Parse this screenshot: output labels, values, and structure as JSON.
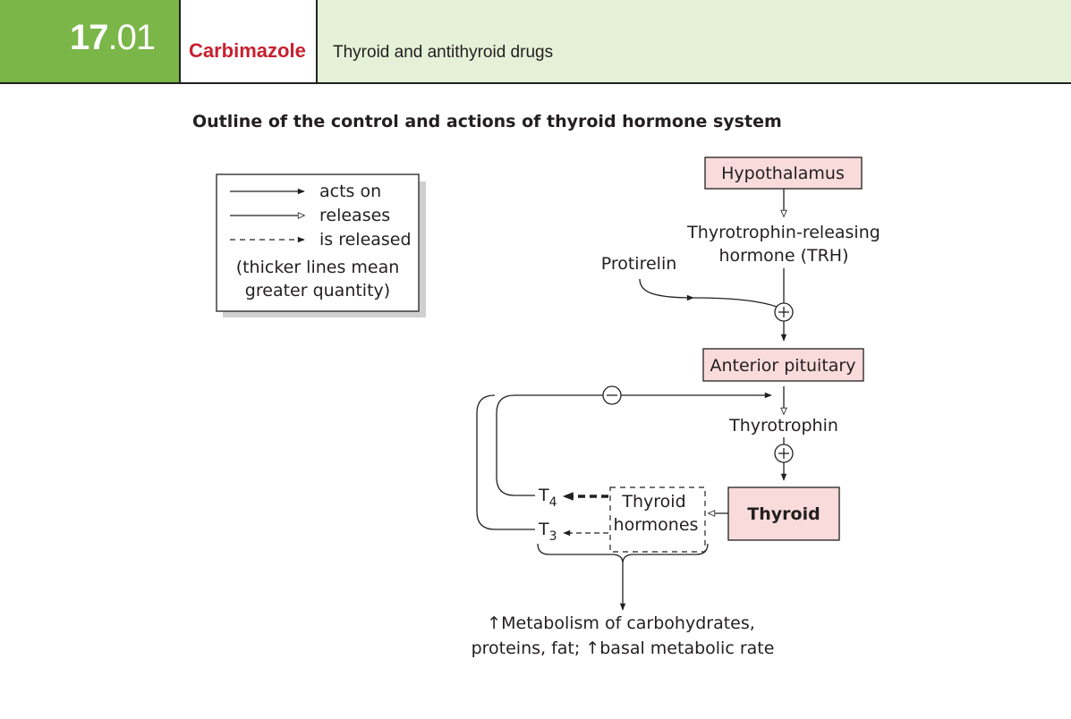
{
  "header": {
    "chapter_major": "17",
    "chapter_minor": ".01",
    "drug_name": "Carbimazole",
    "topic": "Thyroid and antithyroid drugs",
    "colors": {
      "green": "#7ab648",
      "pale_green": "#e5f1d6",
      "red_text": "#c8202f"
    }
  },
  "figure": {
    "title": "Outline of the control and actions of thyroid hormone system",
    "legend": {
      "acts_on": "acts on",
      "releases": "releases",
      "is_released": "is released",
      "note_line1": "(thicker lines mean",
      "note_line2": "greater quantity)"
    },
    "nodes": {
      "hypothalamus": "Hypothalamus",
      "trh_line1": "Thyrotrophin-releasing",
      "trh_line2": "hormone (TRH)",
      "protirelin": "Protirelin",
      "anterior_pituitary": "Anterior pituitary",
      "thyrotrophin": "Thyrotrophin",
      "thyroid": "Thyroid",
      "thyroid_hormones_line1": "Thyroid",
      "thyroid_hormones_line2": "hormones",
      "t4_main": "T",
      "t4_sub": "4",
      "t3_main": "T",
      "t3_sub": "3",
      "effect_line1": "↑Metabolism of carbohydrates,",
      "effect_line2": "proteins, fat; ↑basal metabolic rate"
    },
    "box_fill": "#f9dbdb"
  }
}
